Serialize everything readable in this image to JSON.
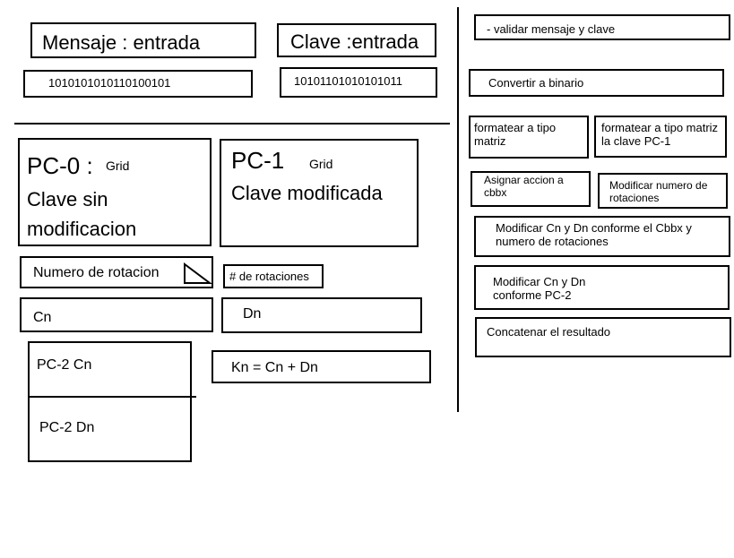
{
  "inputs": {
    "mensaje_label": "Mensaje : entrada",
    "mensaje_value": "1010101010110100101",
    "clave_label": "Clave :entrada",
    "clave_value": "10101101010101011"
  },
  "pc0": {
    "title": "PC-0 :",
    "grid": "Grid",
    "desc_line1": "Clave sin",
    "desc_line2": "modificacion"
  },
  "pc1": {
    "title": "PC-1",
    "grid": "Grid",
    "desc": "Clave modificada"
  },
  "rotation": {
    "numero_label": "Numero de rotacion",
    "count_label": "# de rotaciones"
  },
  "halves": {
    "cn": "Cn",
    "dn": "Dn",
    "pc2_cn": "PC-2 Cn",
    "pc2_dn": "PC-2 Dn",
    "kn": "Kn = Cn + Dn"
  },
  "steps": [
    "- validar mensaje y clave",
    "Convertir a binario",
    "formatear a tipo matriz",
    "formatear a tipo matriz la clave PC-1",
    "Asignar accion a cbbx",
    "Modificar numero de rotaciones",
    "Modificar Cn y Dn conforme el Cbbx y numero de rotaciones",
    "Modificar Cn y Dn conforme PC-2",
    "Concatenar el resultado"
  ]
}
